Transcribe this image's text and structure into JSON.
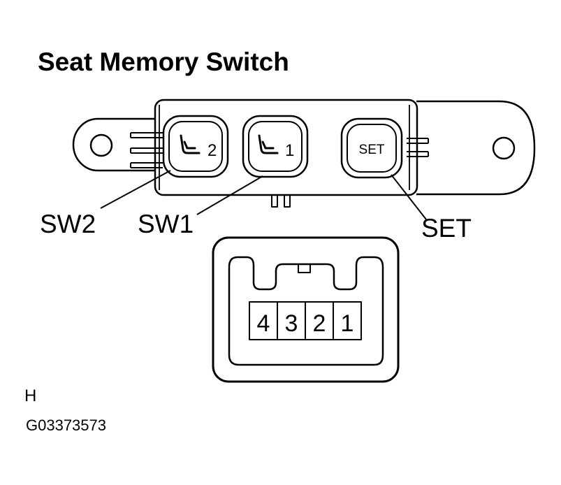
{
  "title": "Seat Memory Switch",
  "buttons": {
    "sw2_number": "2",
    "sw1_number": "1",
    "set_text": "SET"
  },
  "callouts": {
    "sw2": "SW2",
    "sw1": "SW1",
    "set": "SET"
  },
  "connector_pins": [
    "4",
    "3",
    "2",
    "1"
  ],
  "footer": {
    "letter": "H",
    "figure_code": "G03373573"
  },
  "icons": [
    "seat-icon"
  ],
  "colors": {
    "ink": "#000000",
    "paper": "#ffffff"
  }
}
